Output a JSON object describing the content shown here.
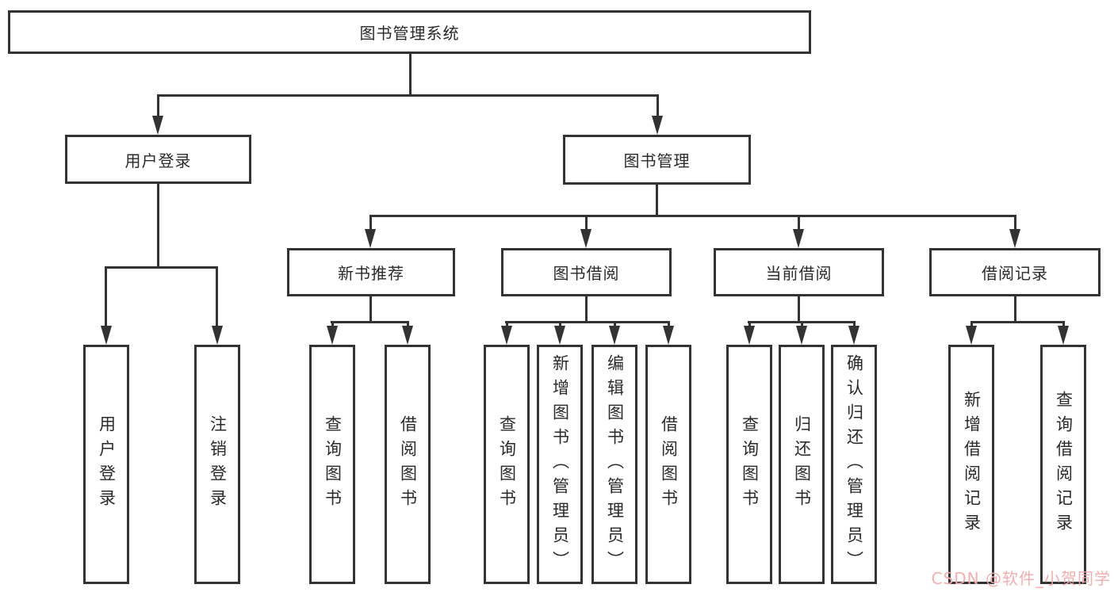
{
  "diagram": {
    "root": "图书管理系统",
    "level2": [
      "用户登录",
      "图书管理"
    ],
    "level3": [
      "新书推荐",
      "图书借阅",
      "当前借阅",
      "借阅记录"
    ],
    "leaves": [
      "用户登录",
      "注销登录",
      "查询图书",
      "借阅图书",
      "查询图书",
      "新增图书（管理员）",
      "编辑图书（管理员）",
      "借阅图书",
      "查询图书",
      "归还图书",
      "确认归还（管理员）",
      "新增借阅记录",
      "查询借阅记录"
    ]
  },
  "watermark": {
    "text": "CSDN @软件_小贺同学",
    "color": "#f3aaaa"
  },
  "colors": {
    "line": "#333333",
    "box_border": "#333333",
    "box_background": "#ffffff",
    "text": "#2a2a2a",
    "page_background": "#ffffff"
  }
}
